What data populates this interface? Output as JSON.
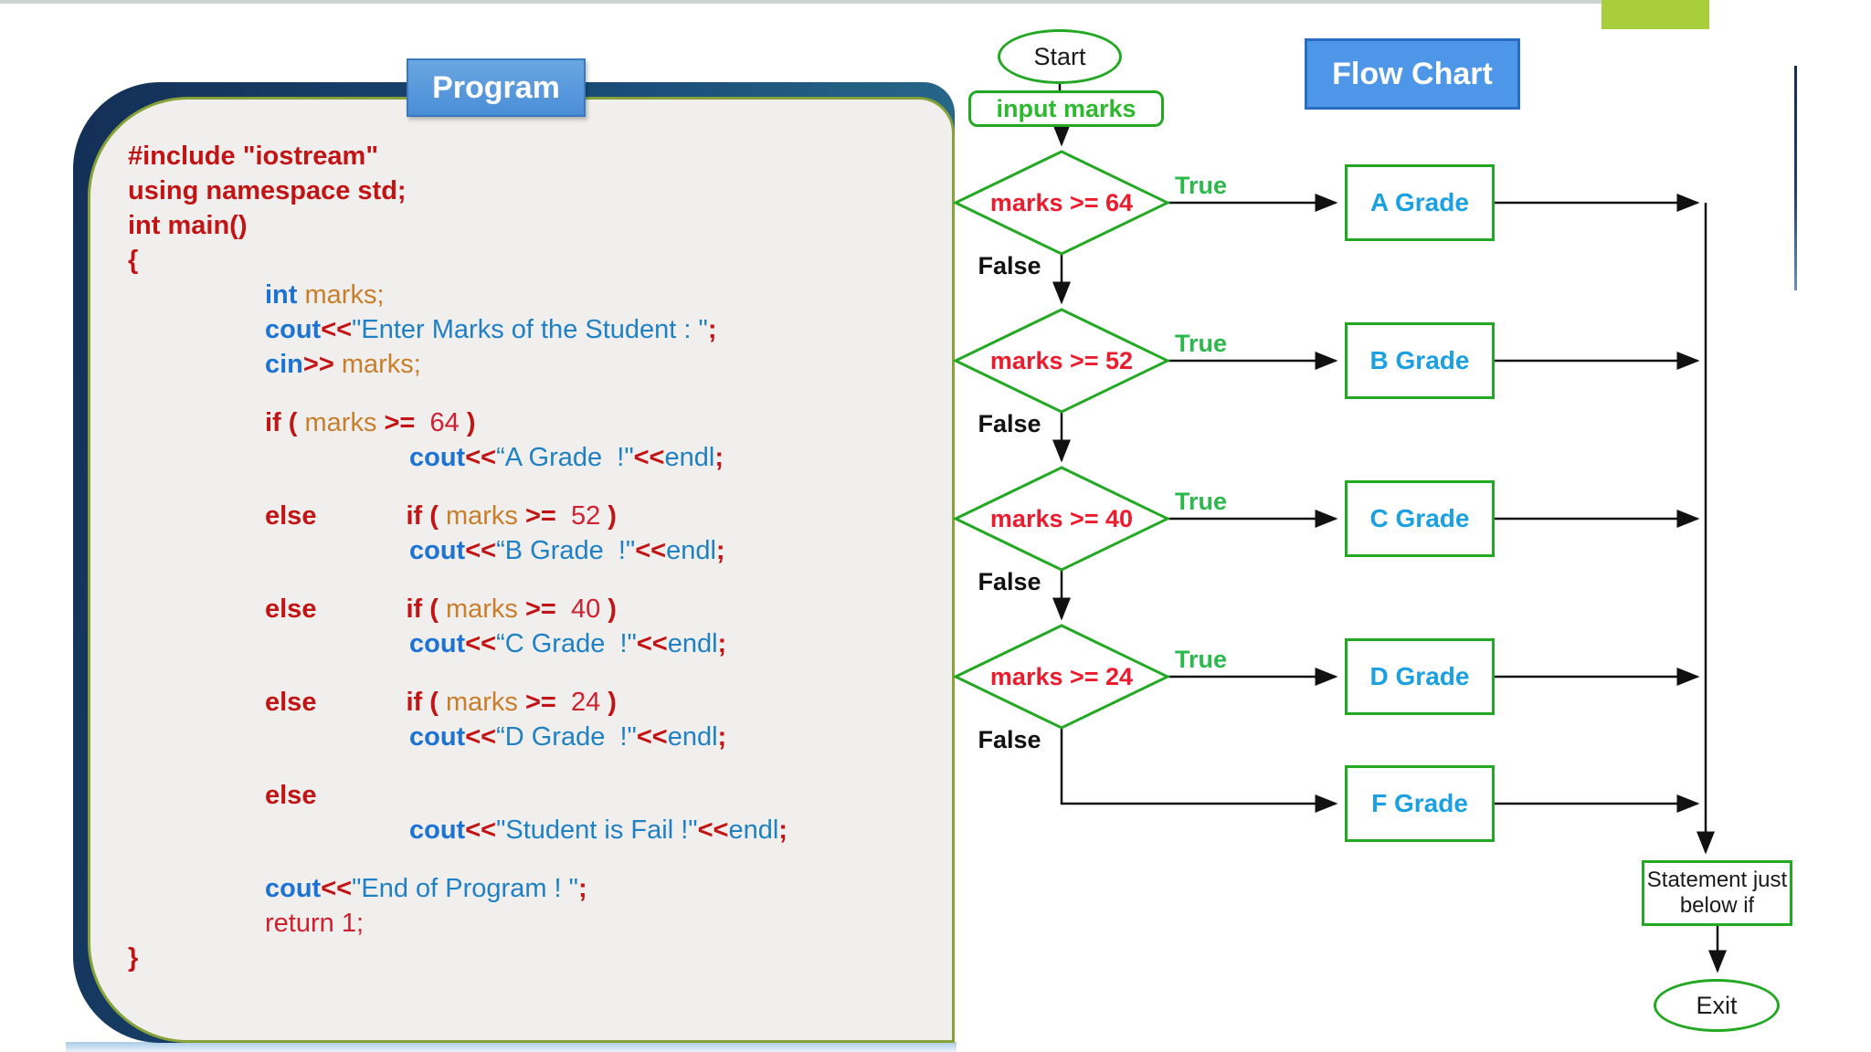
{
  "slide": {
    "program_badge": "Program",
    "flowchart_badge": "Flow Chart"
  },
  "colors": {
    "flow_green": "#22a822",
    "condition_red": "#ea1c2d",
    "grade_blue": "#1ba0e1",
    "true_green": "#2db84d",
    "badge_blue": "#4d96e8",
    "keyword_red": "#c21414",
    "keyword_blue": "#1e73d2",
    "string_blue": "#1f80c4",
    "variable_orange": "#c87e2a",
    "panel_border_olive": "#87a338",
    "panel_navy": "#132f56",
    "lime_accent": "#a9ce3c"
  },
  "code": {
    "lines": [
      {
        "ind": 0,
        "tk": [
          {
            "c": "k",
            "t": "#include \"iostream\""
          }
        ]
      },
      {
        "ind": 0,
        "tk": [
          {
            "c": "k",
            "t": "using namespace std;"
          }
        ]
      },
      {
        "ind": 0,
        "tk": [
          {
            "c": "k",
            "t": "int main()"
          }
        ]
      },
      {
        "ind": 0,
        "tk": [
          {
            "c": "k",
            "t": "{"
          }
        ]
      },
      {
        "ind": 1,
        "tk": [
          {
            "c": "b",
            "t": "int"
          },
          {
            "c": "v",
            "t": " marks;"
          }
        ]
      },
      {
        "ind": 1,
        "tk": [
          {
            "c": "b",
            "t": "cout"
          },
          {
            "c": "o",
            "t": "<<"
          },
          {
            "c": "s",
            "t": "\"Enter Marks of the Student : \""
          },
          {
            "c": "o",
            "t": ";"
          }
        ]
      },
      {
        "ind": 1,
        "tk": [
          {
            "c": "b",
            "t": "cin"
          },
          {
            "c": "o",
            "t": ">>"
          },
          {
            "c": "v",
            "t": " marks;"
          }
        ]
      },
      {
        "blank": true
      },
      {
        "ind": 1,
        "tk": [
          {
            "c": "k",
            "t": "if ("
          },
          {
            "c": "v",
            "t": " marks "
          },
          {
            "c": "o",
            "t": ">=  "
          },
          {
            "c": "n",
            "t": "64"
          },
          {
            "c": "k",
            "t": " )"
          }
        ]
      },
      {
        "ind": 2,
        "tk": [
          {
            "c": "b",
            "t": "cout"
          },
          {
            "c": "o",
            "t": "<<"
          },
          {
            "c": "s",
            "t": "“A Grade  !\""
          },
          {
            "c": "o",
            "t": "<<"
          },
          {
            "c": "s",
            "t": "endl"
          },
          {
            "c": "o",
            "t": ";"
          }
        ]
      },
      {
        "blank": true
      },
      {
        "ind": 1,
        "tk": [
          {
            "c": "k",
            "t": "else"
          },
          {
            "c": "gap"
          },
          {
            "c": "k",
            "t": "if ("
          },
          {
            "c": "v",
            "t": " marks "
          },
          {
            "c": "o",
            "t": ">=  "
          },
          {
            "c": "n",
            "t": "52"
          },
          {
            "c": "k",
            "t": " )"
          }
        ]
      },
      {
        "ind": 2,
        "tk": [
          {
            "c": "b",
            "t": "cout"
          },
          {
            "c": "o",
            "t": "<<"
          },
          {
            "c": "s",
            "t": "“B Grade  !\""
          },
          {
            "c": "o",
            "t": "<<"
          },
          {
            "c": "s",
            "t": "endl"
          },
          {
            "c": "o",
            "t": ";"
          }
        ]
      },
      {
        "blank": true
      },
      {
        "ind": 1,
        "tk": [
          {
            "c": "k",
            "t": "else"
          },
          {
            "c": "gap"
          },
          {
            "c": "k",
            "t": "if ("
          },
          {
            "c": "v",
            "t": " marks "
          },
          {
            "c": "o",
            "t": ">=  "
          },
          {
            "c": "n",
            "t": "40"
          },
          {
            "c": "k",
            "t": " )"
          }
        ]
      },
      {
        "ind": 2,
        "tk": [
          {
            "c": "b",
            "t": "cout"
          },
          {
            "c": "o",
            "t": "<<"
          },
          {
            "c": "s",
            "t": "“C Grade  !\""
          },
          {
            "c": "o",
            "t": "<<"
          },
          {
            "c": "s",
            "t": "endl"
          },
          {
            "c": "o",
            "t": ";"
          }
        ]
      },
      {
        "blank": true
      },
      {
        "ind": 1,
        "tk": [
          {
            "c": "k",
            "t": "else"
          },
          {
            "c": "gap"
          },
          {
            "c": "k",
            "t": "if ("
          },
          {
            "c": "v",
            "t": " marks "
          },
          {
            "c": "o",
            "t": ">=  "
          },
          {
            "c": "n",
            "t": "24"
          },
          {
            "c": "k",
            "t": " )"
          }
        ]
      },
      {
        "ind": 2,
        "tk": [
          {
            "c": "b",
            "t": "cout"
          },
          {
            "c": "o",
            "t": "<<"
          },
          {
            "c": "s",
            "t": "“D Grade  !\""
          },
          {
            "c": "o",
            "t": "<<"
          },
          {
            "c": "s",
            "t": "endl"
          },
          {
            "c": "o",
            "t": ";"
          }
        ]
      },
      {
        "blank": true
      },
      {
        "ind": 1,
        "tk": [
          {
            "c": "k",
            "t": "else"
          }
        ]
      },
      {
        "ind": 2,
        "tk": [
          {
            "c": "b",
            "t": "cout"
          },
          {
            "c": "o",
            "t": "<<"
          },
          {
            "c": "s",
            "t": "\"Student is Fail !\""
          },
          {
            "c": "o",
            "t": "<<"
          },
          {
            "c": "s",
            "t": "endl"
          },
          {
            "c": "o",
            "t": ";"
          }
        ]
      },
      {
        "blank": true
      },
      {
        "ind": 1,
        "tk": [
          {
            "c": "b",
            "t": "cout"
          },
          {
            "c": "o",
            "t": "<<"
          },
          {
            "c": "s",
            "t": "\"End of Program ! \""
          },
          {
            "c": "o",
            "t": ";"
          }
        ]
      },
      {
        "ind": 1,
        "tk": [
          {
            "c": "r",
            "t": "return 1;"
          }
        ]
      },
      {
        "ind": 0,
        "tk": [
          {
            "c": "k",
            "t": "}"
          }
        ]
      }
    ]
  },
  "flowchart": {
    "start": "Start",
    "input": "input marks",
    "rows": [
      {
        "condition": "marks >= 64",
        "grade": "A Grade",
        "true_label": "True",
        "false_label": "False"
      },
      {
        "condition": "marks >= 52",
        "grade": "B Grade",
        "true_label": "True",
        "false_label": "False"
      },
      {
        "condition": "marks >= 40",
        "grade": "C Grade",
        "true_label": "True",
        "false_label": "False"
      },
      {
        "condition": "marks >= 24",
        "grade": "D Grade",
        "true_label": "True",
        "false_label": "False"
      }
    ],
    "fail_grade": "F Grade",
    "statement_line1": "Statement just",
    "statement_line2": "below if",
    "exit": "Exit"
  }
}
